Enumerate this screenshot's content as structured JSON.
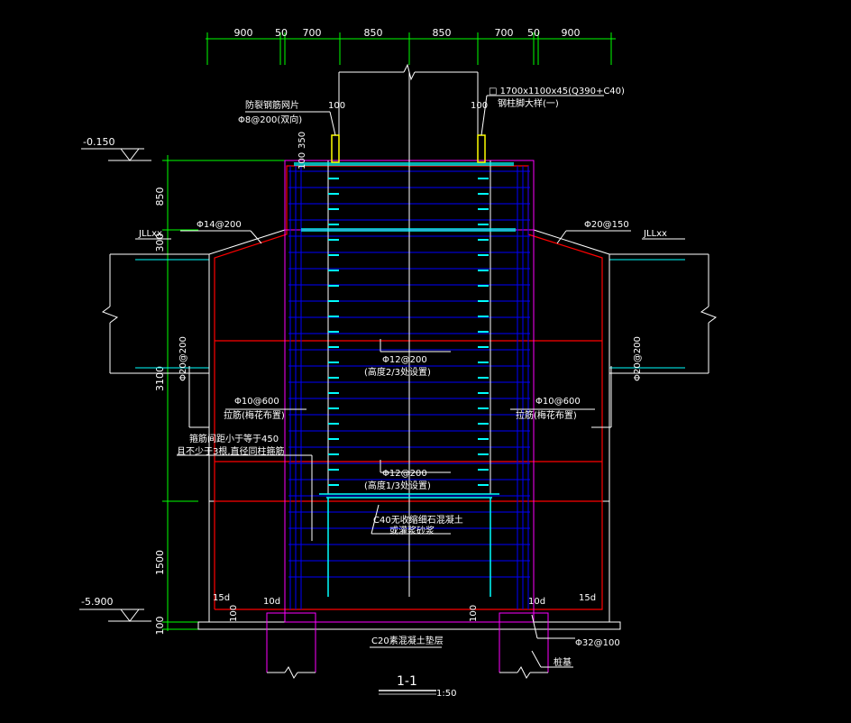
{
  "dimensions": {
    "top": [
      "900",
      "50",
      "700",
      "850",
      "850",
      "700",
      "50",
      "900"
    ],
    "left_upper_850": "850",
    "left_300": "300",
    "left_3100": "3100",
    "left_1500": "1500",
    "left_100_bottom": "100",
    "cap_100_left": "100",
    "cap_100_right": "100",
    "cap_350": "350",
    "cap_100_small": "100",
    "pile_100_left": "100",
    "pile_100_right": "100",
    "d15_left": "15d",
    "d15_right": "15d",
    "d10_left": "10d",
    "d10_right": "10d"
  },
  "elevations": {
    "top": "-0.150",
    "bottom": "-5.900"
  },
  "labels": {
    "column_spec": "□ 1700x1100x45(Q390+C40)",
    "column_name": "钢柱脚大样(一)",
    "mesh_title": "防裂钢筋网片",
    "mesh_spec": "Φ8@200(双向)",
    "beam_left": "JLLxx",
    "beam_right": "JLLxx",
    "top_bar_left": "Φ14@200",
    "top_bar_right": "Φ20@150",
    "side_bar_left": "Φ20@200",
    "side_bar_right": "Φ20@200",
    "tie_left_spec": "Φ10@600",
    "tie_left_note": "拉筋(梅花布置)",
    "tie_right_spec": "Φ10@600",
    "tie_right_note": "拉筋(梅花布置)",
    "note_line1": "箍筋间距小于等于450",
    "note_line2": "且不少于3根,直径同柱箍筋",
    "stirrup_upper": "Φ12@200",
    "stirrup_upper_note": "(高度2/3处设置)",
    "stirrup_lower": "Φ12@200",
    "stirrup_lower_note": "(高度1/3处设置)",
    "grout_line1": "C40无收缩细石混凝土",
    "grout_line2": "或灌浆砂浆",
    "bedding": "C20素混凝土垫层",
    "pile_bar": "Φ32@100",
    "pile_name": "桩基",
    "section_title": "1-1",
    "section_scale": "1:50"
  },
  "colors": {
    "background": "#000000",
    "dimension": "#00ff00",
    "outline": "#ff0000",
    "rebar": "#0000ff",
    "column": "#ff00ff",
    "ties": "#00ffff",
    "text": "#ffffff"
  }
}
